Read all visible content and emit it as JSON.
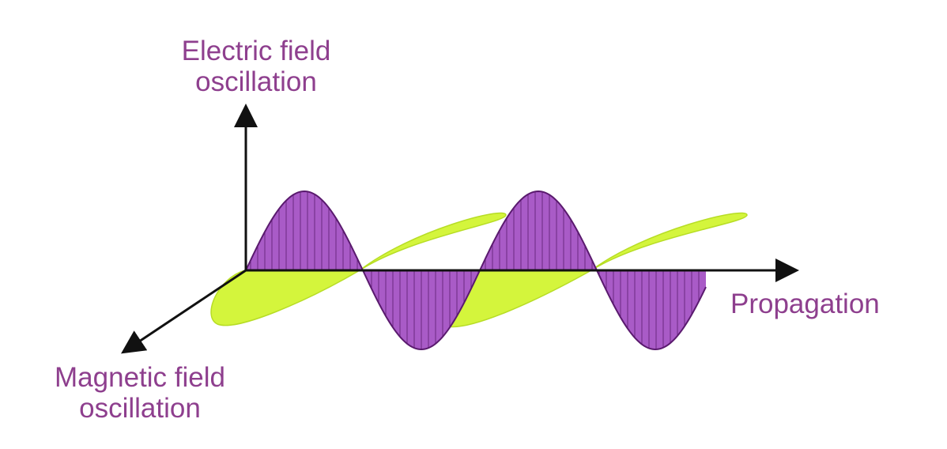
{
  "labels": {
    "electric_line1": "Electric field",
    "electric_line2": "oscillation",
    "magnetic_line1": "Magnetic field",
    "magnetic_line2": "oscillation",
    "propagation": "Propagation"
  },
  "colors": {
    "label_text": "#8e3f8e",
    "electric_fill": "#a95bc7",
    "electric_stroke": "#5a1a6e",
    "electric_hatch": "#6c2a82",
    "magnetic_fill": "#d4f53c",
    "magnetic_stroke": "#b7dd25",
    "axis": "#111111"
  }
}
